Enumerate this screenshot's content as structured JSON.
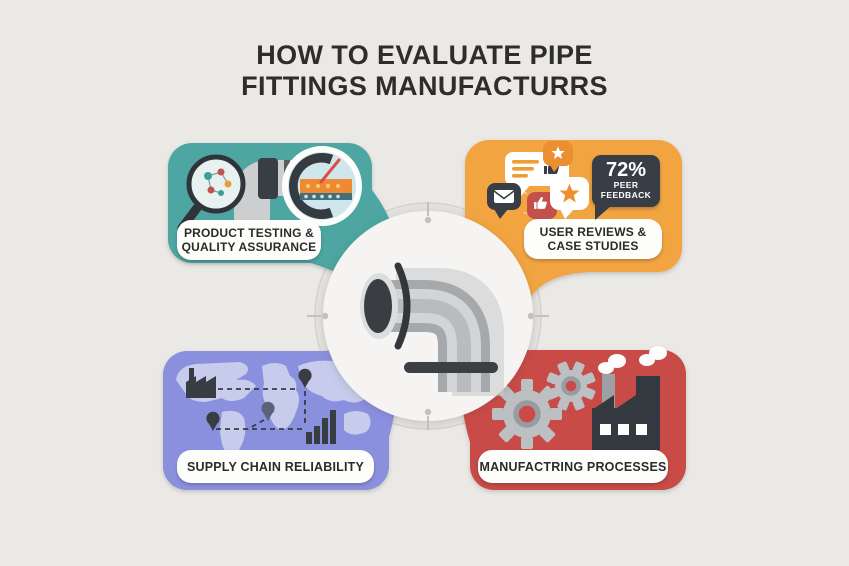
{
  "title": {
    "line1": "HOW TO EVALUATE PIPE",
    "line2": "FITTINGS MANUFACTURRS"
  },
  "cards": {
    "product_testing": {
      "label_line1": "PRODUCT TESTING &",
      "label_line2": "QUALITY ASSURANCE",
      "color": "#4da6a1"
    },
    "user_reviews": {
      "label_line1": "USER REVIEWS &",
      "label_line2": "CASE STUDIES",
      "color": "#f2a440",
      "badge": {
        "percent": "72%",
        "caption_line1": "PEER",
        "caption_line2": "FEEDBACK"
      }
    },
    "supply_chain": {
      "label": "SUPPLY CHAIN RELIABILITY",
      "color": "#8b90de"
    },
    "manufacturing": {
      "label": "MANUFACTRING PROCESSES",
      "color": "#c94b47"
    }
  },
  "colors": {
    "background": "#eae9e6",
    "dark_slate": "#393e46",
    "accent_orange": "#ee8f30",
    "accent_red": "#c4504b",
    "label_background": "#fdfdfc",
    "center_circle": "#f5f4f2",
    "map_land": "#c7ccec",
    "gear_gray": "#bdc0c3"
  },
  "icons": {
    "center": "pipe-elbow-fitting",
    "product_testing": [
      "magnifier",
      "pipe-with-laser",
      "cross-section-lens"
    ],
    "user_reviews": [
      "chat-bubbles",
      "stars",
      "thumbs-up",
      "envelope"
    ],
    "supply_chain": [
      "world-map",
      "factory",
      "location-pins",
      "bar-chart"
    ],
    "manufacturing": [
      "gears",
      "factory-with-smoke"
    ]
  }
}
